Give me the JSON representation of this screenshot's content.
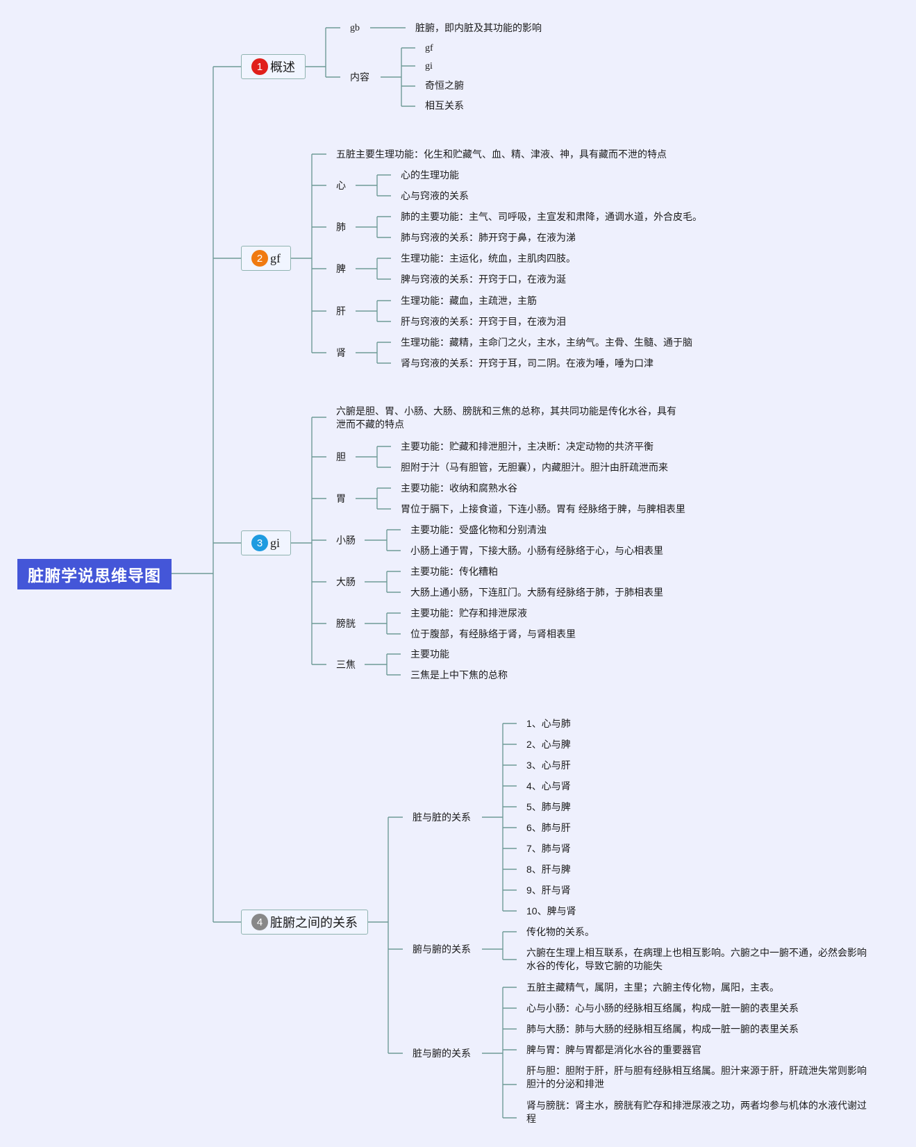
{
  "root": "脏腑学说思维导图",
  "colors": {
    "root_bg": "#4456d8",
    "line": "#6f9a97",
    "badge1": "#e0201b",
    "badge2": "#f07a10",
    "badge3": "#1e9be0",
    "badge4": "#888888"
  },
  "b1": {
    "num": "1",
    "label": "概述",
    "gb": "gb",
    "gb_desc": "脏腑，即内脏及其功能的影响",
    "content": "内容",
    "items": [
      "gf",
      "gi",
      "奇恒之腑",
      "相互关系"
    ]
  },
  "b2": {
    "num": "2",
    "label": "gf",
    "summary": "五脏主要生理功能：化生和贮藏气、血、精、津液、神，具有藏而不泄的特点",
    "organs": [
      {
        "name": "心",
        "items": [
          "心的生理功能",
          "心与窍液的关系"
        ]
      },
      {
        "name": "肺",
        "items": [
          "肺的主要功能：主气、司呼吸，主宣发和肃降，通调水道，外合皮毛。",
          "肺与窍液的关系：肺开窍于鼻，在液为涕"
        ]
      },
      {
        "name": "脾",
        "items": [
          "生理功能：主运化，统血，主肌肉四肢。",
          "脾与窍液的关系：开窍于口，在液为涎"
        ]
      },
      {
        "name": "肝",
        "items": [
          "生理功能：藏血，主疏泄，主筋",
          "肝与窍液的关系：开窍于目，在液为泪"
        ]
      },
      {
        "name": "肾",
        "items": [
          "生理功能：藏精，主命门之火，主水，主纳气。主骨、生髓、通于脑",
          "肾与窍液的关系：开窍于耳，司二阴。在液为唾，唾为口津"
        ]
      }
    ]
  },
  "b3": {
    "num": "3",
    "label": "gi",
    "summary": "六腑是胆、胃、小肠、大肠、膀胱和三焦的总称，其共同功能是传化水谷，具有泄而不藏的特点",
    "organs": [
      {
        "name": "胆",
        "items": [
          "主要功能：贮藏和排泄胆汁，主决断：决定动物的共济平衡",
          "胆附于汁（马有胆管，无胆囊），内藏胆汁。胆汁由肝疏泄而来"
        ]
      },
      {
        "name": "胃",
        "items": [
          "主要功能：收纳和腐熟水谷",
          "胃位于膈下，上接食道，下连小肠。胃有 经脉络于脾，与脾相表里"
        ]
      },
      {
        "name": "小肠",
        "items": [
          "主要功能：受盛化物和分别清浊",
          "小肠上通于胃，下接大肠。小肠有经脉络于心，与心相表里"
        ]
      },
      {
        "name": "大肠",
        "items": [
          "主要功能：传化糟粕",
          "大肠上通小肠，下连肛门。大肠有经脉络于肺，于肺相表里"
        ]
      },
      {
        "name": "膀胱",
        "items": [
          "主要功能：贮存和排泄尿液",
          "位于腹部，有经脉络于肾，与肾相表里"
        ]
      },
      {
        "name": "三焦",
        "items": [
          "主要功能",
          "三焦是上中下焦的总称"
        ]
      }
    ]
  },
  "b4": {
    "num": "4",
    "label": "脏腑之间的关系",
    "zz": {
      "name": "脏与脏的关系",
      "items": [
        "1、心与肺",
        "2、心与脾",
        "3、心与肝",
        "4、心与肾",
        "5、肺与脾",
        "6、肺与肝",
        "7、肺与肾",
        "8、肝与脾",
        "9、肝与肾",
        "10、脾与肾"
      ]
    },
    "ff": {
      "name": "腑与腑的关系",
      "items": [
        "传化物的关系。",
        "六腑在生理上相互联系，在病理上也相互影响。六腑之中一腑不通，必然会影响水谷的传化，导致它腑的功能失"
      ]
    },
    "zf": {
      "name": "脏与腑的关系",
      "items": [
        "五脏主藏精气，属阴，主里；六腑主传化物，属阳，主表。",
        "心与小肠：心与小肠的经脉相互络属，构成一脏一腑的表里关系",
        "肺与大肠：肺与大肠的经脉相互络属，构成一脏一腑的表里关系",
        "脾与胃：脾与胃都是消化水谷的重要器官",
        "肝与胆：胆附于肝，肝与胆有经脉相互络属。胆汁来源于肝，肝疏泄失常则影响胆汁的分泌和排泄",
        "肾与膀胱：肾主水，膀胱有贮存和排泄尿液之功，两者均参与机体的水液代谢过程"
      ]
    }
  }
}
